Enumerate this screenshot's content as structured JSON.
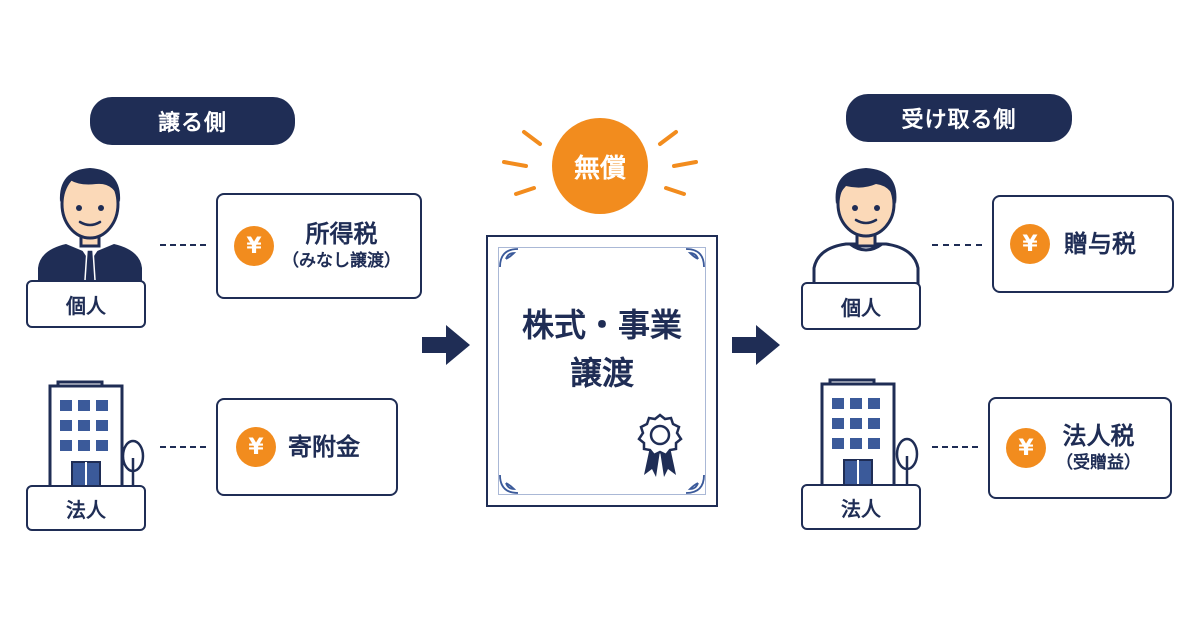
{
  "left": {
    "heading": "譲る側",
    "individual_label": "個人",
    "corporation_label": "法人",
    "individual_tax": {
      "main": "所得税",
      "sub": "（みなし譲渡）"
    },
    "corporation_tax": {
      "main": "寄附金",
      "sub": ""
    }
  },
  "center": {
    "badge": "無償",
    "document_line1": "株式・事業",
    "document_line2": "譲渡"
  },
  "right": {
    "heading": "受け取る側",
    "individual_label": "個人",
    "corporation_label": "法人",
    "individual_tax": {
      "main": "贈与税",
      "sub": ""
    },
    "corporation_tax": {
      "main": "法人税",
      "sub": "（受贈益）"
    }
  },
  "yen_symbol": "¥",
  "colors": {
    "navy": "#1f2d55",
    "orange": "#f28c1e",
    "building_blue": "#3b5a9a",
    "light_border": "#aab8d6"
  },
  "icons": [
    "businessman-icon",
    "casual-person-icon",
    "office-building-icon",
    "tree-icon",
    "yen-icon",
    "arrow-right-icon",
    "ribbon-badge-icon"
  ]
}
